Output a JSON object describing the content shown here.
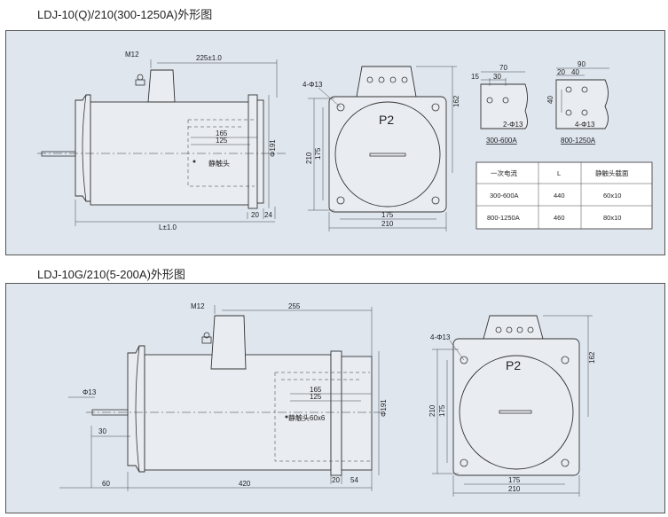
{
  "top_title": "LDJ-10(Q)/210(300-1250A)外形图",
  "bottom_title": "LDJ-10G/210(5-200A)外形图",
  "top": {
    "m12": "M12",
    "d225": "225±1.0",
    "d165": "165",
    "d125": "125",
    "contact": "静触头",
    "d191": "Φ191",
    "d20": "20",
    "d24": "24",
    "lpm": "L±1.0",
    "hole": "4-Φ13",
    "p2": "P2",
    "d210v": "210",
    "d175v": "175",
    "d162": "162",
    "d175h": "175",
    "d210h": "210",
    "detail1": {
      "d70": "70",
      "d30": "30",
      "d15": "15",
      "hole": "2-Φ13",
      "caption": "300-600A"
    },
    "detail2": {
      "d90": "90",
      "d20": "20",
      "d40a": "40",
      "d40b": "40",
      "hole": "4-Φ13",
      "caption": "800-1250A"
    },
    "table": {
      "headers": [
        "一次电流",
        "L",
        "静触头截面"
      ],
      "rows": [
        [
          "300-600A",
          "440",
          "60x10"
        ],
        [
          "800-1250A",
          "460",
          "80x10"
        ]
      ]
    }
  },
  "bottom": {
    "m12": "M12",
    "d255": "255",
    "d165": "165",
    "d125": "125",
    "contact": "静触头60x6",
    "phi13": "Φ13",
    "d30": "30",
    "d60": "60",
    "d420": "420",
    "d20": "20",
    "d54": "54",
    "d191": "Φ191",
    "hole": "4-Φ13",
    "p2": "P2",
    "d210v": "210",
    "d175v": "175",
    "d162": "162",
    "d175h": "175",
    "d210h": "210"
  }
}
